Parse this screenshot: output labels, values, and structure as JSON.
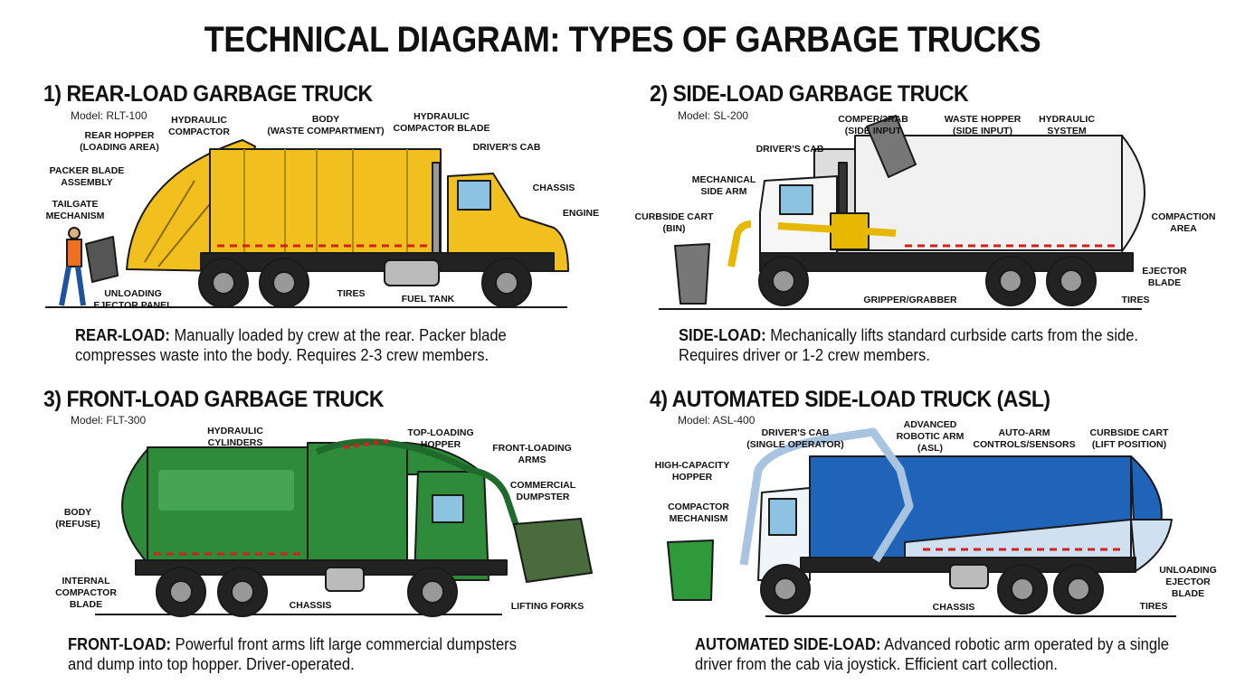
{
  "title": "TECHNICAL DIAGRAM: TYPES OF GARBAGE TRUCKS",
  "colors": {
    "rear_load": "#f2c01e",
    "side_load": "#f1f1f1",
    "front_load": "#2e8b3a",
    "automated": "#1f64b8",
    "accent_red": "#d02020"
  },
  "panels": [
    {
      "heading": "1) REAR-LOAD GARBAGE TRUCK",
      "model": "Model: RLT-100",
      "labels": [
        "HYDRAULIC\nCOMPACTOR",
        "BODY\n(WASTE COMPARTMENT)",
        "HYDRAULIC\nCOMPACTOR BLADE",
        "REAR HOPPER\n(LOADING AREA)",
        "DRIVER'S CAB",
        "PACKER BLADE\nASSEMBLY",
        "CHASSIS",
        "TAILGATE\nMECHANISM",
        "ENGINE",
        "UNLOADING\nEJECTOR PANEL",
        "TIRES",
        "FUEL TANK"
      ],
      "desc_bold": "REAR-LOAD:",
      "desc": " Manually loaded by crew at the rear. Packer blade compresses waste into the body. Requires 2-3 crew members."
    },
    {
      "heading": "2) SIDE-LOAD GARBAGE TRUCK",
      "model": "Model: SL-200",
      "labels": [
        "COMPER/3RAB\n(SIDE INPUT",
        "WASTE HOPPER\n(SIDE INPUT)",
        "HYDRAULIC\nSYSTEM",
        "DRIVER'S CAB",
        "MECHANICAL\nSIDE ARM",
        "CURBSIDE CART\n(BIN)",
        "COMPACTION\nAREA",
        "EJECTOR\nBLADE",
        "GRIPPER/GRABBER",
        "TIRES"
      ],
      "desc_bold": "SIDE-LOAD:",
      "desc": " Mechanically lifts standard curbside carts from the side. Requires driver or 1-2 crew members."
    },
    {
      "heading": "3) FRONT-LOAD GARBAGE TRUCK",
      "model": "Model: FLT-300",
      "labels": [
        "HYDRAULIC\nCYLINDERS",
        "TOP-LOADING\nHOPPER",
        "FRONT-LOADING\nARMS",
        "COMMERCIAL\nDUMPSTER",
        "BODY\n(REFUSE)",
        "INTERNAL\nCOMPACTOR\nBLADE",
        "CHASSIS",
        "LIFTING FORKS"
      ],
      "desc_bold": "FRONT-LOAD:",
      "desc": " Powerful front arms lift large commercial dumpsters and dump into top hopper. Driver-operated."
    },
    {
      "heading": "4) AUTOMATED SIDE-LOAD TRUCK (ASL)",
      "model": "Model: ASL-400",
      "labels": [
        "DRIVER'S CAB\n(SINGLE OPERATOR)",
        "ADVANCED\nROBOTIC ARM\n(ASL)",
        "AUTO-ARM\nCONTROLS/SENSORS",
        "CURBSIDE CART\n(LIFT POSITION)",
        "HIGH-CAPACITY\nHOPPER",
        "COMPACTOR\nMECHANISM",
        "UNLOADING\nEJECTOR\nBLADE",
        "CHASSIS",
        "TIRES"
      ],
      "desc_bold": "AUTOMATED SIDE-LOAD:",
      "desc": " Advanced robotic arm operated by a single driver from the cab via joystick. Efficient cart collection."
    }
  ]
}
